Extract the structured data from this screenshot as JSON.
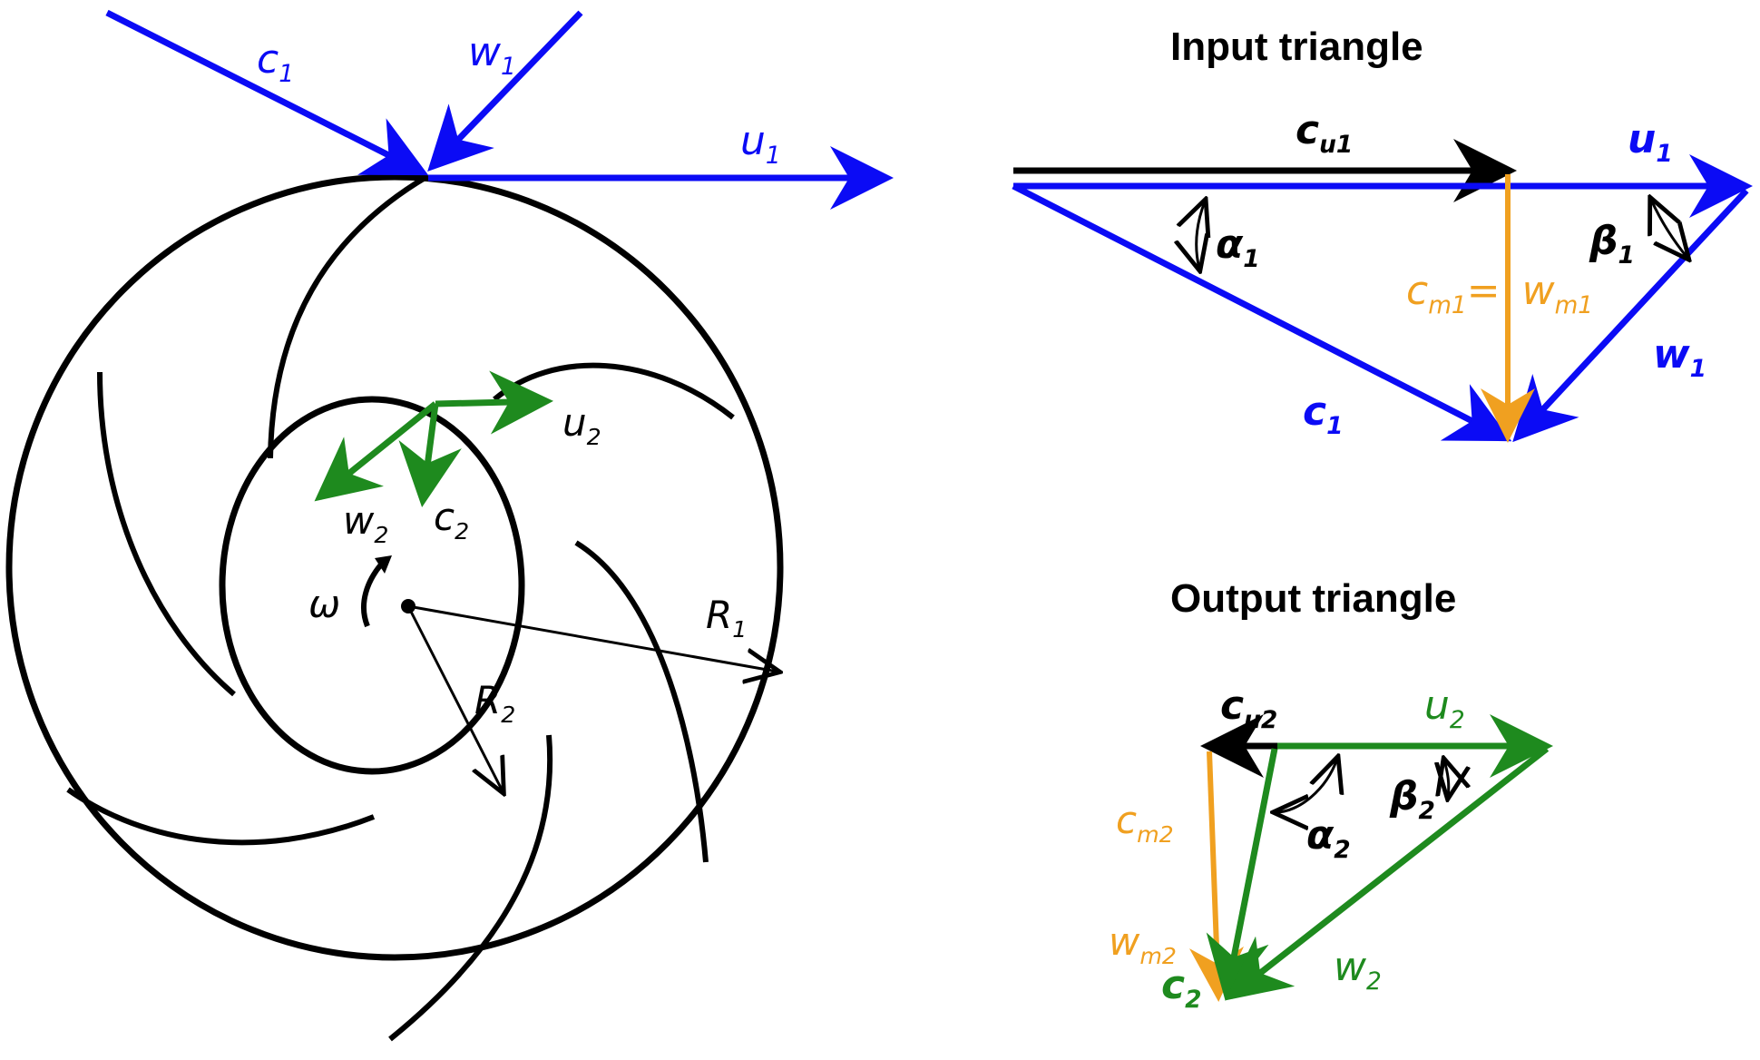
{
  "colors": {
    "blue": "#0b0bf5",
    "green": "#1e8a1e",
    "orange": "#f0a020",
    "black": "#000000"
  },
  "impeller": {
    "inlet_labels": {
      "c1": {
        "main": "c",
        "sub": "1"
      },
      "w1": {
        "main": "w",
        "sub": "1"
      },
      "u1": {
        "main": "u",
        "sub": "1"
      }
    },
    "outlet_labels": {
      "u2": {
        "main": "u",
        "sub": "2"
      },
      "w2": {
        "main": "w",
        "sub": "2"
      },
      "c2": {
        "main": "c",
        "sub": "2"
      }
    },
    "omega": "ω",
    "R1": {
      "main": "R",
      "sub": "1"
    },
    "R2": {
      "main": "R",
      "sub": "2"
    }
  },
  "input_triangle": {
    "title": "Input triangle",
    "cu1": {
      "main": "c",
      "sub": "u1"
    },
    "u1": {
      "main": "u",
      "sub": "1"
    },
    "alpha1": {
      "main": "α",
      "sub": "1"
    },
    "beta1": {
      "main": "β",
      "sub": "1"
    },
    "cm1": {
      "main": "c",
      "sub": "m1"
    },
    "eq": "=",
    "wm1": {
      "main": "w",
      "sub": "m1"
    },
    "w1": {
      "main": "w",
      "sub": "1"
    },
    "c1": {
      "main": "c",
      "sub": "1"
    }
  },
  "output_triangle": {
    "title": "Output triangle",
    "cu2": {
      "main": "c",
      "sub": "u2"
    },
    "u2": {
      "main": "u",
      "sub": "2"
    },
    "alpha2": {
      "main": "α",
      "sub": "2"
    },
    "beta2": {
      "main": "β",
      "sub": "2"
    },
    "cm2": {
      "main": "c",
      "sub": "m2"
    },
    "wm2": {
      "main": "w",
      "sub": "m2"
    },
    "c2": {
      "main": "c",
      "sub": "2"
    },
    "w2": {
      "main": "w",
      "sub": "2"
    }
  }
}
